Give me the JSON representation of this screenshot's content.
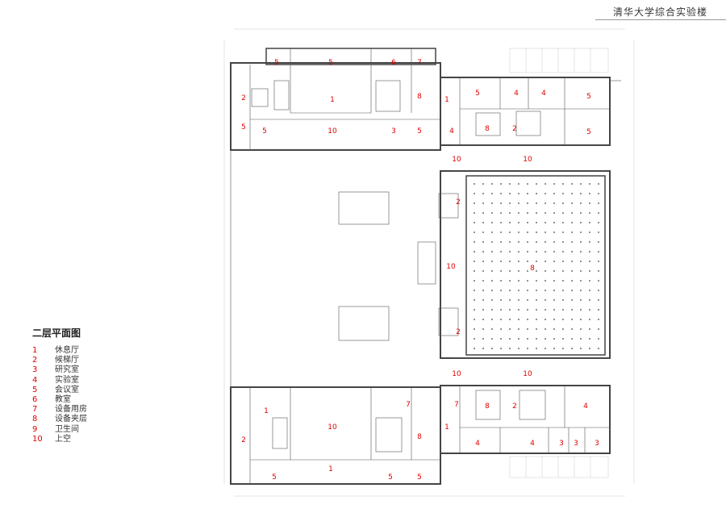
{
  "header": {
    "title": "清华大学综合实验楼"
  },
  "legend": {
    "title": "二层平面图",
    "items": [
      {
        "num": "1",
        "label": "休息厅"
      },
      {
        "num": "2",
        "label": "候梯厅"
      },
      {
        "num": "3",
        "label": "研究室"
      },
      {
        "num": "4",
        "label": "实验室"
      },
      {
        "num": "5",
        "label": "会议室"
      },
      {
        "num": "6",
        "label": "教室"
      },
      {
        "num": "7",
        "label": "设备用房"
      },
      {
        "num": "8",
        "label": "设备夹层"
      },
      {
        "num": "9",
        "label": "卫生间"
      },
      {
        "num": "10",
        "label": "上空"
      }
    ]
  },
  "plan": {
    "label_color": "#e00000",
    "room_labels": [
      "1",
      "2",
      "3",
      "4",
      "5",
      "6",
      "7",
      "8",
      "10"
    ]
  }
}
